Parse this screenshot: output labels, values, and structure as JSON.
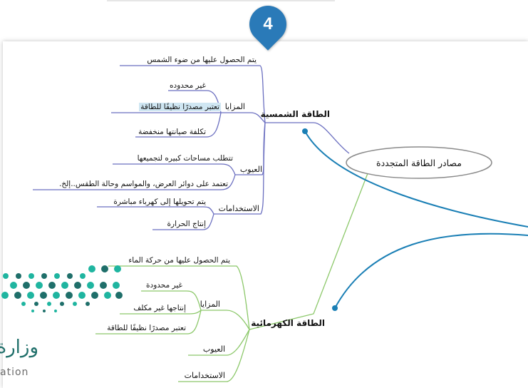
{
  "badge": {
    "number": "4"
  },
  "colors": {
    "badge": "#2a7ab8",
    "solar_branch": "#6b6fc0",
    "wind_branch": "#8cc86a",
    "arrow": "#1a7fb5",
    "highlight": "#cfe6f2",
    "logo_dots_light": "#1fb5a0",
    "logo_dots_dark": "#1f6f6a"
  },
  "mindmap": {
    "center": "مصادر الطاقة المتجددة",
    "solar": {
      "title": "الطاقة الشمسية",
      "source": "يتم الحصول عليها من ضوء الشمس",
      "advantages": {
        "label": "المزايا",
        "items": [
          "غير محدوده",
          "تعتبر مصدرًا نظيفًا للطاقة",
          "تكلفة صيانتها منخفضة"
        ]
      },
      "disadvantages": {
        "label": "العيوب",
        "items": [
          "تتطلب مساحات كبيره لتجميعها",
          "تعتمد على دوائر العرض، والمواسم وحالة الطقس..إلخ."
        ]
      },
      "uses": {
        "label": "الاستخدامات",
        "items": [
          "يتم تحويلها إلى كهرباء مباشرة",
          "إنتاج الحرارة"
        ]
      }
    },
    "wind": {
      "title": "الطاقة الكهرمائية",
      "source": "يتم الحصول عليها من حركة الماء",
      "advantages": {
        "label": "المزايا",
        "items": [
          "غير محدودة",
          "إنتاجها غير مكلف",
          "تعتبر مصدرًا نظيفًا للطاقة"
        ]
      },
      "disadvantages": {
        "label": "العيوب"
      },
      "uses": {
        "label": "الاستخدامات"
      }
    }
  },
  "logo": {
    "text": "وزارة",
    "subtext": "ation"
  }
}
